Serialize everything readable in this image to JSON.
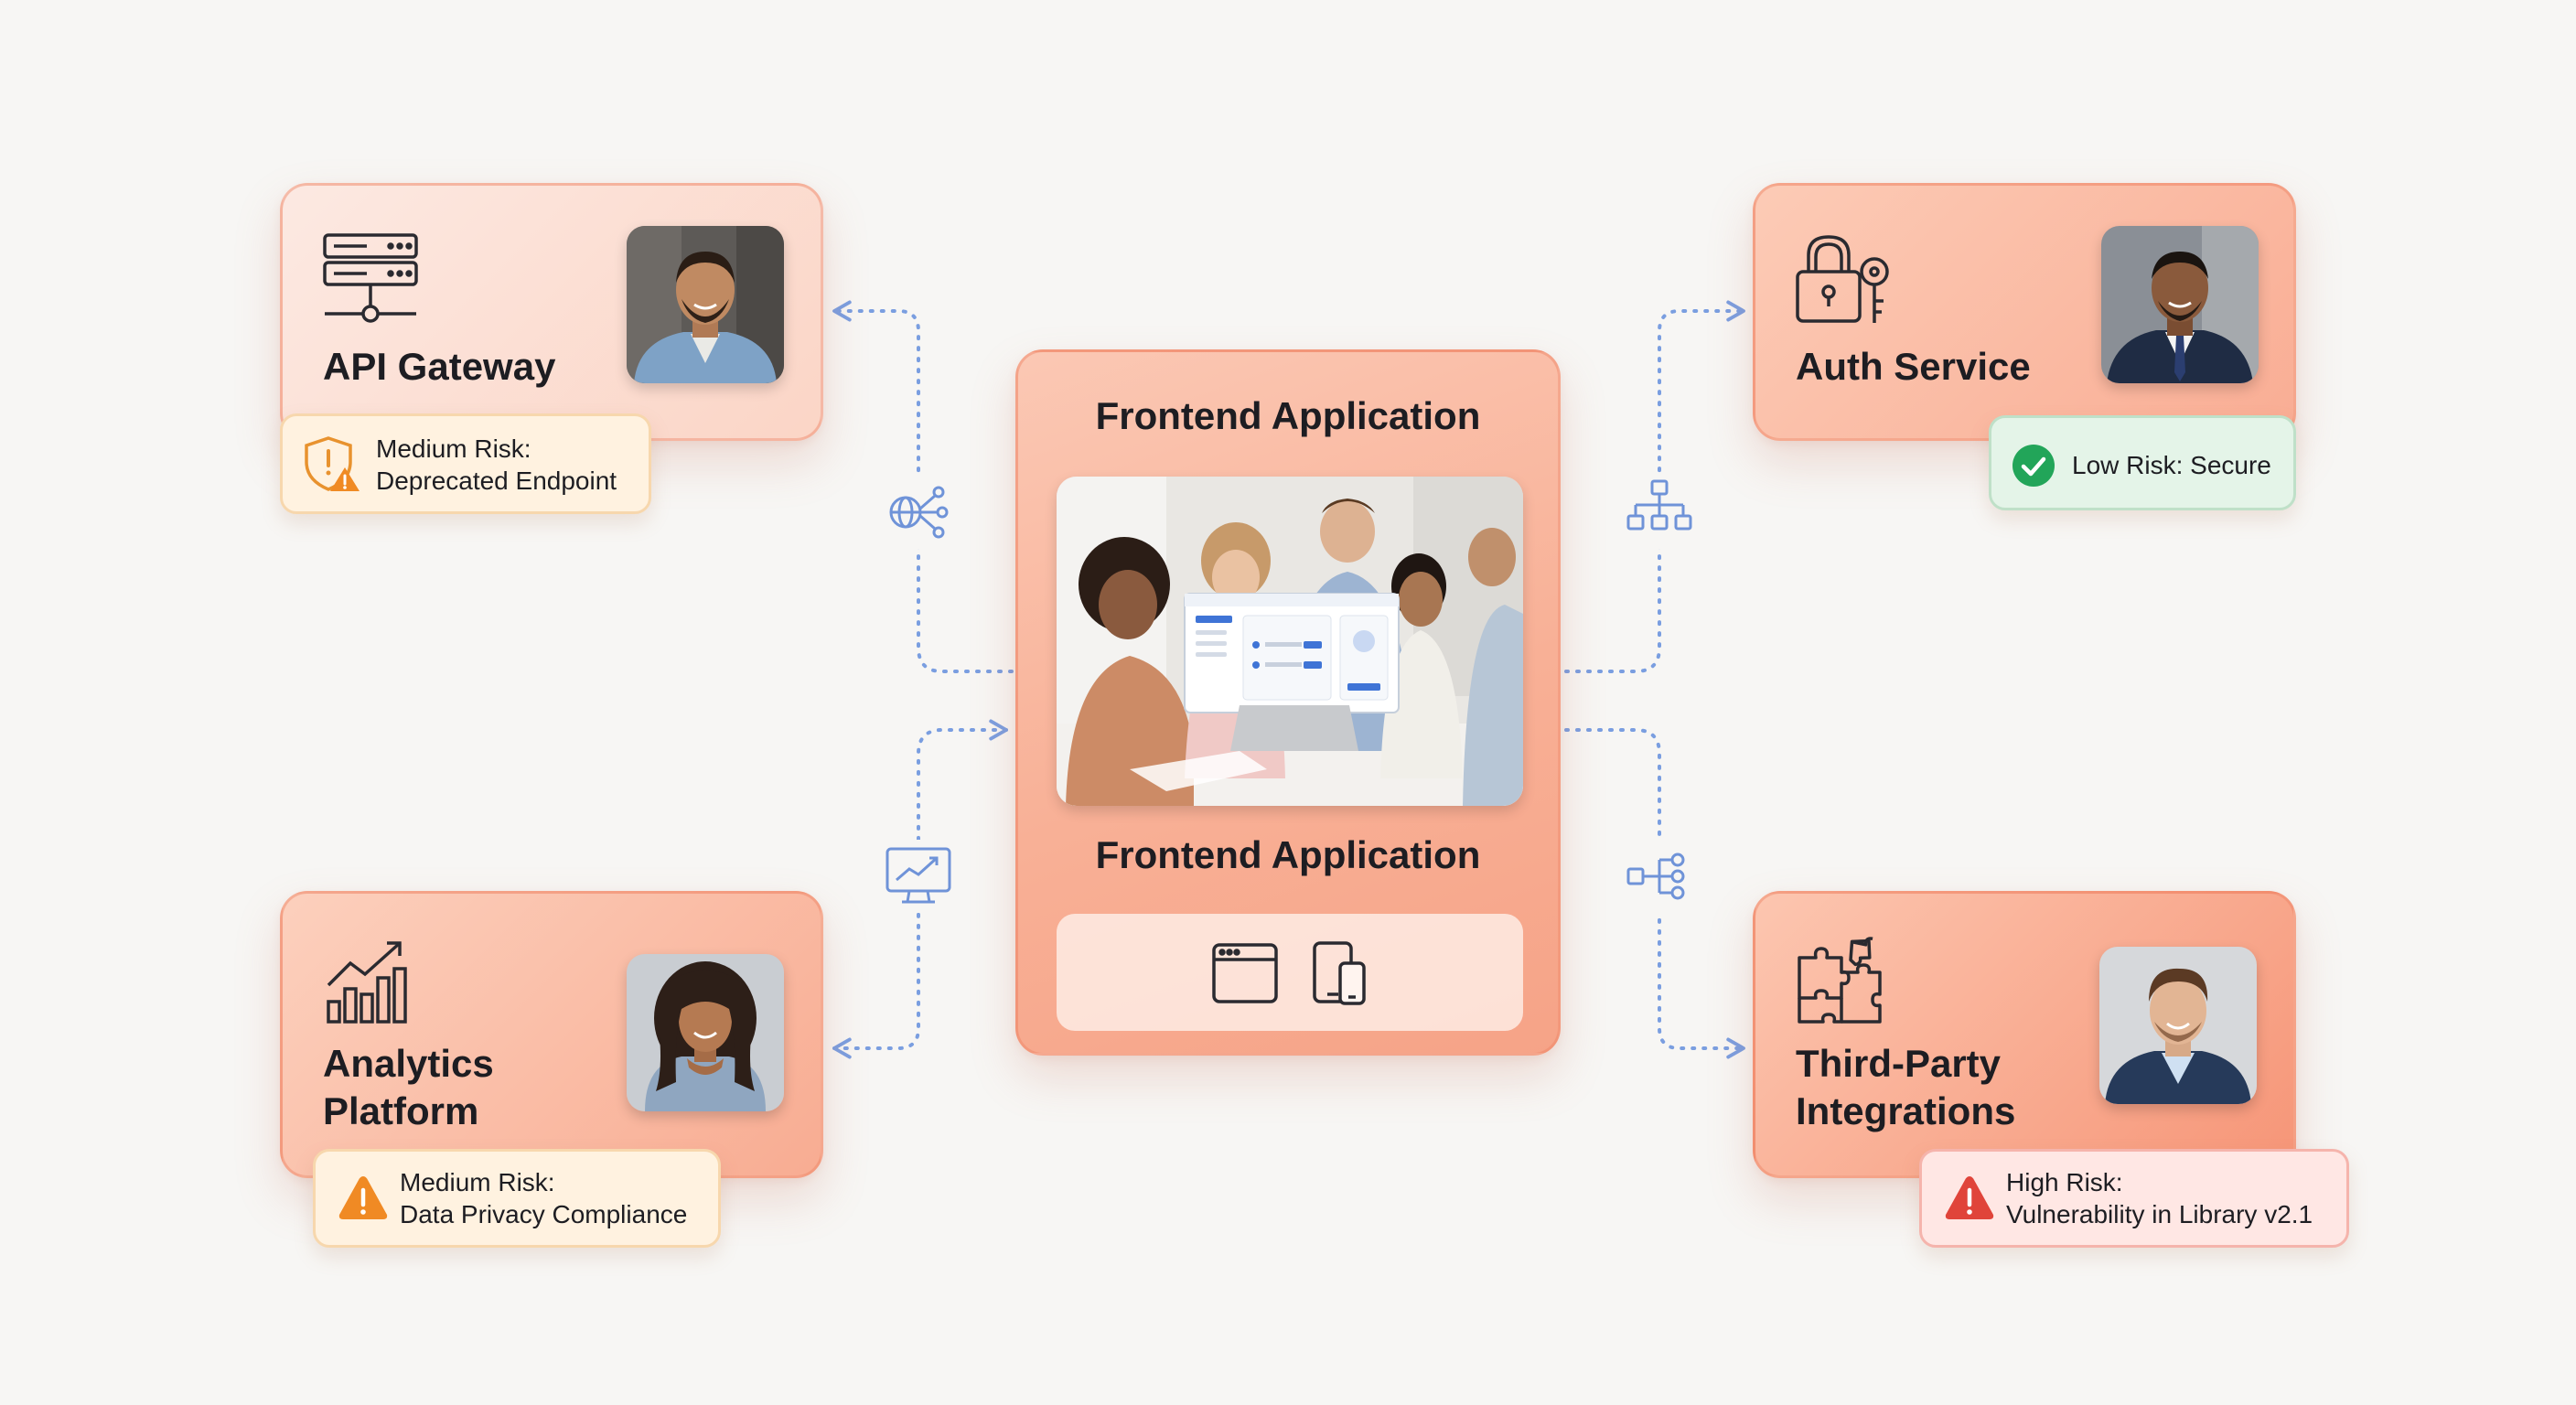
{
  "colors": {
    "background": "#f7f6f4",
    "card_accent": "#f8a98e",
    "connector": "#7a9ee0",
    "medium_risk": "#f28c28",
    "low_risk": "#22a559",
    "high_risk": "#e0443a"
  },
  "nodes": {
    "api_gateway": {
      "title": "API Gateway",
      "icon": "server-rack-icon",
      "risk": {
        "level": "medium",
        "line1": "Medium Risk:",
        "line2": "Deprecated Endpoint",
        "icon": "shield-warning-icon"
      }
    },
    "auth_service": {
      "title": "Auth Service",
      "icon": "lock-key-icon",
      "risk": {
        "level": "low",
        "line1": "Low Risk: Secure",
        "line2": "",
        "icon": "check-circle-icon"
      }
    },
    "frontend": {
      "title": "Frontend Application",
      "subtitle": "Frontend Application",
      "platform_icons": [
        "browser-window-icon",
        "mobile-tablet-icon"
      ]
    },
    "analytics": {
      "title": "Analytics\nPlatform",
      "icon": "growth-chart-icon",
      "risk": {
        "level": "medium",
        "line1": "Medium Risk:",
        "line2": "Data Privacy Compliance",
        "icon": "warning-triangle-icon"
      }
    },
    "third_party": {
      "title": "Third-Party\nIntegrations",
      "icon": "puzzle-icon",
      "risk": {
        "level": "high",
        "line1": "High Risk:",
        "line2": "Vulnerability in Library v2.1",
        "icon": "warning-triangle-icon"
      }
    }
  },
  "connectors": [
    {
      "from": "frontend",
      "to": "api_gateway",
      "icon": "globe-network-icon"
    },
    {
      "from": "frontend",
      "to": "auth_service",
      "icon": "hierarchy-icon"
    },
    {
      "from": "frontend",
      "to": "analytics",
      "icon": "monitor-chart-icon"
    },
    {
      "from": "frontend",
      "to": "third_party",
      "icon": "flow-branch-icon"
    }
  ]
}
